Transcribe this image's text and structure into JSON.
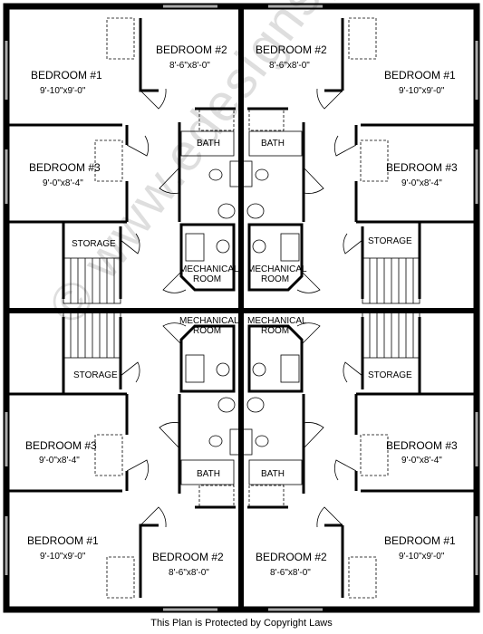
{
  "copyright": "This Plan is Protected by Copyright Laws",
  "watermark": "© www.edesignsplans.ca",
  "colors": {
    "wall": "#000000",
    "gray": "#888888",
    "background": "#ffffff"
  },
  "labels": {
    "bed1": "BEDROOM #1",
    "bed1_dim": "9'-10\"x9'-0\"",
    "bed2": "BEDROOM #2",
    "bed2_dim": "8'-6\"x8'-0\"",
    "bed3": "BEDROOM #3",
    "bed3_dim": "9'-0\"x8'-4\"",
    "bath": "BATH",
    "mech1": "MECHANICAL",
    "mech2": "ROOM",
    "storage": "STORAGE"
  }
}
